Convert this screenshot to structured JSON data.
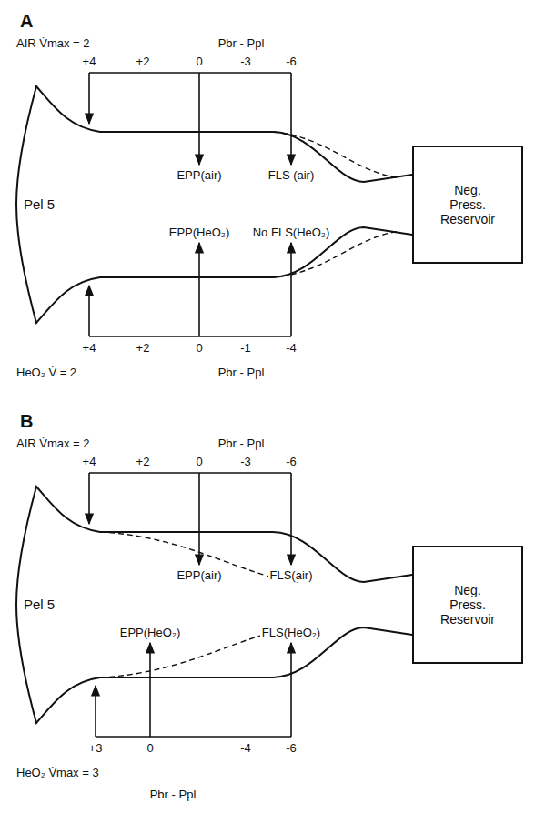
{
  "diagram": {
    "nodes": [
      {
        "text": [
          "Pel 5"
        ]
      },
      {
        "text": [
          "Neg. Press. Reservoir"
        ]
      },
      {
        "text": [
          "Pel 5"
        ]
      },
      {
        "text": [
          "Neg. Press. Reservoir"
        ]
      }
    ],
    "labels": [
      "A",
      "AIR V̇max = 2",
      "Pbr - Ppl",
      "+4",
      "+2",
      "0",
      "-3",
      "-6",
      "EPP(air)",
      "FLS (air)",
      "EPP(HeO₂)",
      "No FLS(HeO₂)",
      "+4",
      "+2",
      "0",
      "-1",
      "-4",
      "HeO₂ V̇ = 2",
      "Pbr - Ppl",
      "B",
      "AIR V̇max = 2",
      "Pbr - Ppl",
      "+4",
      "+2",
      "0",
      "-3",
      "-6",
      "EPP(air)",
      "FLS(air)",
      "EPP(HeO₂)",
      "FLS(HeO₂)",
      "+3",
      "0",
      "-4",
      "-6",
      "HeO₂ V̇max = 3",
      "Pbr - Ppl"
    ]
  }
}
